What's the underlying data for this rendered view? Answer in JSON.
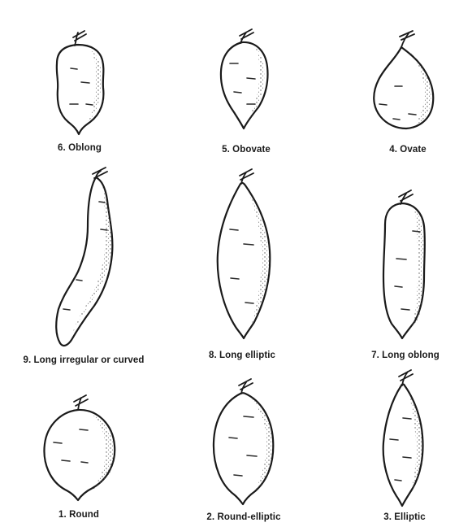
{
  "figure": {
    "shapes": [
      {
        "label": "6. Oblong",
        "icon": "oblong-tuber-icon"
      },
      {
        "label": "5. Obovate",
        "icon": "obovate-tuber-icon"
      },
      {
        "label": "4. Ovate",
        "icon": "ovate-tuber-icon"
      },
      {
        "label": "9. Long irregular or curved",
        "icon": "long-irregular-curved-tuber-icon"
      },
      {
        "label": "8. Long elliptic",
        "icon": "long-elliptic-tuber-icon"
      },
      {
        "label": "7. Long oblong",
        "icon": "long-oblong-tuber-icon"
      },
      {
        "label": "1. Round",
        "icon": "round-tuber-icon"
      },
      {
        "label": "2. Round-elliptic",
        "icon": "round-elliptic-tuber-icon"
      },
      {
        "label": "3. Elliptic",
        "icon": "elliptic-tuber-icon"
      }
    ]
  }
}
